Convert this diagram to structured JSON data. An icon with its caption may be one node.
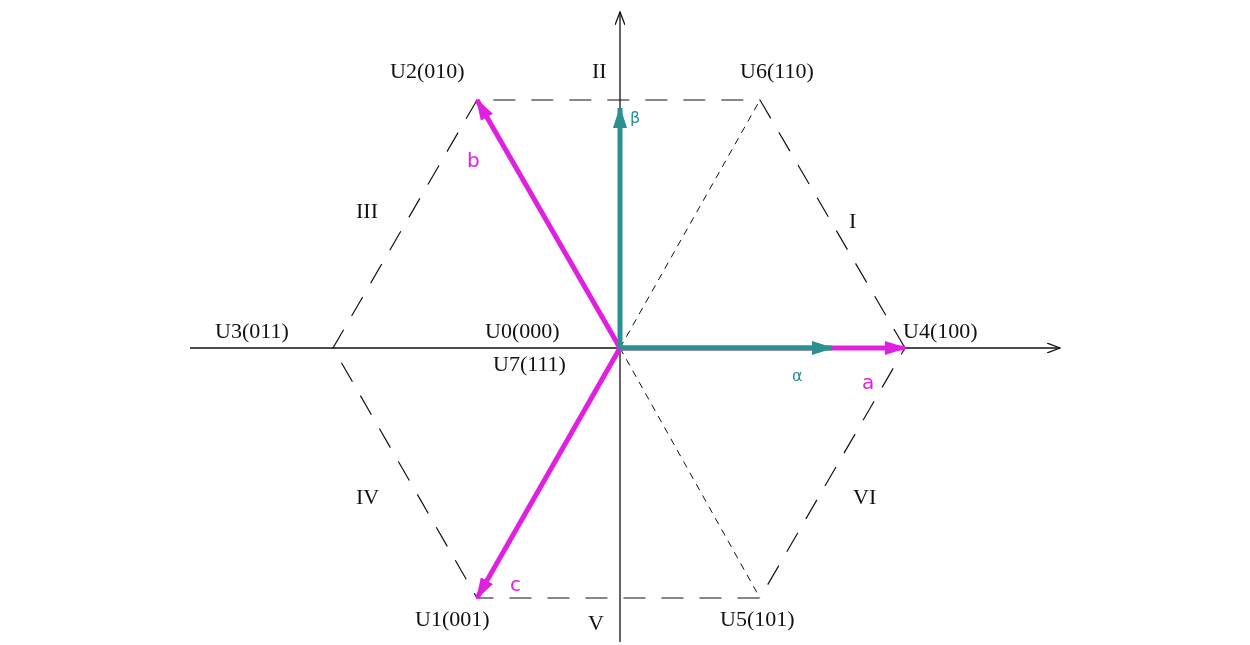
{
  "diagram": {
    "labels": [
      "U2(010)",
      "II",
      "U6(110)",
      "β",
      "b",
      "III",
      "I",
      "U3(011)",
      "U0(000)",
      "U4(100)",
      "U7(111)",
      "α",
      "a",
      "IV",
      "VI",
      "c",
      "U1(001)",
      "V",
      "U5(101)"
    ]
  }
}
